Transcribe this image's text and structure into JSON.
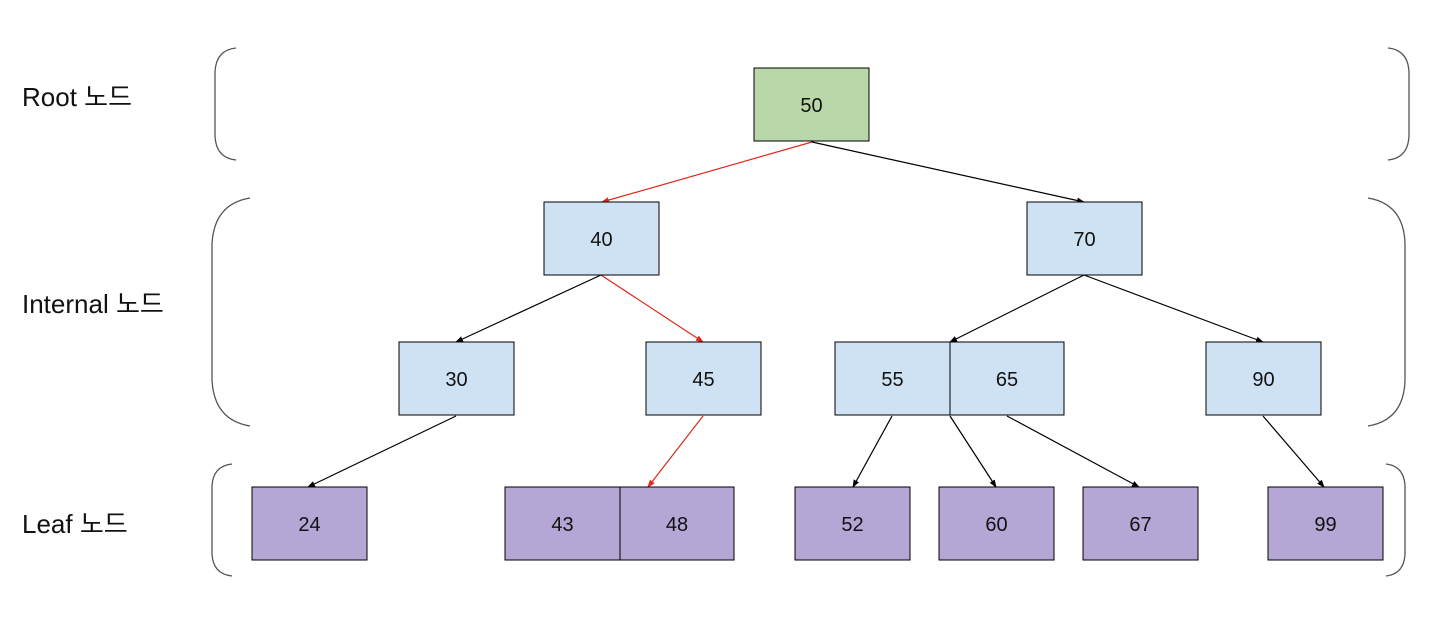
{
  "levels": {
    "root": "Root 노드",
    "internal": "Internal 노드",
    "leaf": "Leaf 노드"
  },
  "colors": {
    "root_fill": "#b9d7a8",
    "internal_fill": "#cfe2f3",
    "leaf_fill": "#b4a7d6",
    "node_stroke": "#000000",
    "edge_default": "#000000",
    "edge_highlight": "#e0281c"
  },
  "nodes": {
    "n50": "50",
    "n40": "40",
    "n70": "70",
    "n30": "30",
    "n45": "45",
    "n55": "55",
    "n65": "65",
    "n90": "90",
    "n24": "24",
    "n43": "43",
    "n48": "48",
    "n52": "52",
    "n60": "60",
    "n67": "67",
    "n99": "99"
  },
  "edges": [
    {
      "from": "50",
      "to": "40",
      "highlight": true
    },
    {
      "from": "50",
      "to": "70",
      "highlight": false
    },
    {
      "from": "40",
      "to": "30",
      "highlight": false
    },
    {
      "from": "40",
      "to": "45",
      "highlight": true
    },
    {
      "from": "70",
      "to": "55|65",
      "highlight": false
    },
    {
      "from": "70",
      "to": "90",
      "highlight": false
    },
    {
      "from": "30",
      "to": "24",
      "highlight": false
    },
    {
      "from": "45",
      "to": "43|48",
      "highlight": true
    },
    {
      "from": "55",
      "to": "52",
      "highlight": false
    },
    {
      "from": "55|65",
      "to": "60",
      "highlight": false
    },
    {
      "from": "65",
      "to": "67",
      "highlight": false
    },
    {
      "from": "90",
      "to": "99",
      "highlight": false
    }
  ]
}
